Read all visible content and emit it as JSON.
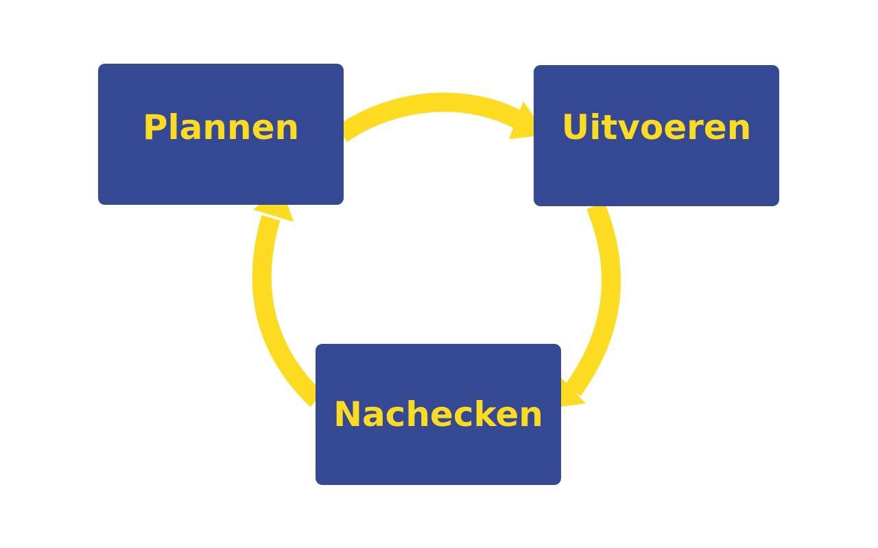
{
  "colors": {
    "background": "#ffffff",
    "node_fill": "#354893",
    "label_text": "#fcdb21",
    "arrow": "#fcdb21"
  },
  "nodes": {
    "plannen": {
      "label": "Plannen"
    },
    "uitvoeren": {
      "label": "Uitvoeren"
    },
    "nachecken": {
      "label": "Nachecken"
    }
  },
  "edges": [
    {
      "from": "Plannen",
      "to": "Uitvoeren"
    },
    {
      "from": "Uitvoeren",
      "to": "Nachecken"
    },
    {
      "from": "Nachecken",
      "to": "Plannen"
    }
  ]
}
